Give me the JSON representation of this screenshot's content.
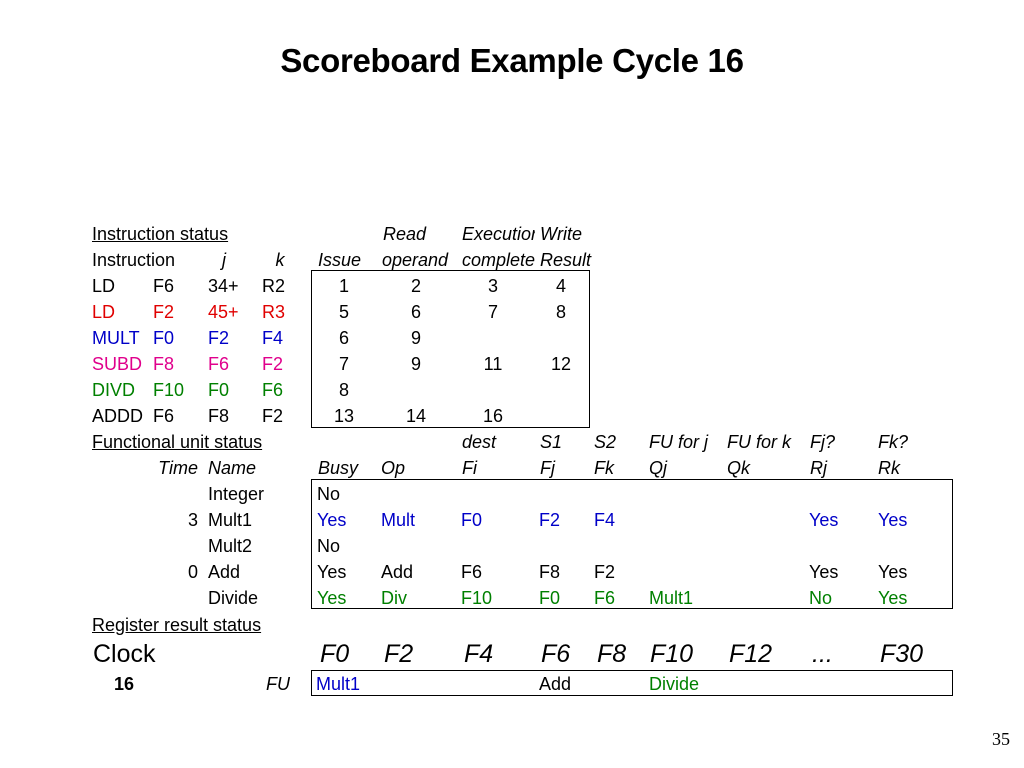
{
  "title": "Scoreboard Example Cycle 16",
  "colors": {
    "red": "#e00000",
    "blue": "#0000c8",
    "magenta": "#e0008c",
    "green": "#008000",
    "black": "#000000"
  },
  "instruction_status": {
    "section_label": "Instruction status",
    "headers": {
      "instruction": "Instruction",
      "j": "j",
      "k": "k",
      "issue": "Issue",
      "read_top": "Read",
      "read_bottom": "operand",
      "exec_top": "Execution",
      "exec_bottom": "complete",
      "write_top": "Write",
      "write_bottom": "Result"
    },
    "rows": [
      {
        "op": "LD",
        "dest": "F6",
        "j": "34+",
        "k": "R2",
        "issue": "1",
        "read": "2",
        "exec": "3",
        "write": "4",
        "color": "black"
      },
      {
        "op": "LD",
        "dest": "F2",
        "j": "45+",
        "k": "R3",
        "issue": "5",
        "read": "6",
        "exec": "7",
        "write": "8",
        "color": "red"
      },
      {
        "op": "MULT",
        "dest": "F0",
        "j": "F2",
        "k": "F4",
        "issue": "6",
        "read": "9",
        "exec": "",
        "write": "",
        "color": "blue"
      },
      {
        "op": "SUBD",
        "dest": "F8",
        "j": "F6",
        "k": "F2",
        "issue": "7",
        "read": "9",
        "exec": "11",
        "write": "12",
        "color": "magenta"
      },
      {
        "op": "DIVD",
        "dest": "F10",
        "j": "F0",
        "k": "F6",
        "issue": "8",
        "read": "",
        "exec": "",
        "write": "",
        "color": "green"
      },
      {
        "op": "ADDD",
        "dest": "F6",
        "j": "F8",
        "k": "F2",
        "issue": "13",
        "read": "14",
        "exec": "16",
        "write": "",
        "color": "black"
      }
    ]
  },
  "functional_unit_status": {
    "section_label": "Functional unit status",
    "header_top": {
      "dest": "dest",
      "s1": "S1",
      "s2": "S2",
      "fu_j": "FU for j",
      "fu_k": "FU for k",
      "fj": "Fj?",
      "fk": "Fk?"
    },
    "header_bottom": {
      "time": "Time",
      "name": "Name",
      "busy": "Busy",
      "op": "Op",
      "fi": "Fi",
      "fj": "Fj",
      "fk": "Fk",
      "qj": "Qj",
      "qk": "Qk",
      "rj": "Rj",
      "rk": "Rk"
    },
    "rows": [
      {
        "time": "",
        "name": "Integer",
        "busy": "No",
        "op": "",
        "fi": "",
        "fj": "",
        "fk": "",
        "qj": "",
        "qk": "",
        "rj": "",
        "rk": "",
        "color": "black"
      },
      {
        "time": "3",
        "name": "Mult1",
        "busy": "Yes",
        "op": "Mult",
        "fi": "F0",
        "fj": "F2",
        "fk": "F4",
        "qj": "",
        "qk": "",
        "rj": "Yes",
        "rk": "Yes",
        "color": "blue"
      },
      {
        "time": "",
        "name": "Mult2",
        "busy": "No",
        "op": "",
        "fi": "",
        "fj": "",
        "fk": "",
        "qj": "",
        "qk": "",
        "rj": "",
        "rk": "",
        "color": "black"
      },
      {
        "time": "0",
        "name": "Add",
        "busy": "Yes",
        "op": "Add",
        "fi": "F6",
        "fj": "F8",
        "fk": "F2",
        "qj": "",
        "qk": "",
        "rj": "Yes",
        "rk": "Yes",
        "color": "black"
      },
      {
        "time": "",
        "name": "Divide",
        "busy": "Yes",
        "op": "Div",
        "fi": "F10",
        "fj": "F0",
        "fk": "F6",
        "qj": "Mult1",
        "qk": "",
        "rj": "No",
        "rk": "Yes",
        "color": "green"
      }
    ]
  },
  "register_result_status": {
    "section_label": "Register result status",
    "clock_label": "Clock",
    "clock_value": "16",
    "fu_label": "FU",
    "registers": [
      "F0",
      "F2",
      "F4",
      "F6",
      "F8",
      "F10",
      "F12",
      "...",
      "F30"
    ],
    "values": [
      {
        "text": "Mult1",
        "color": "blue"
      },
      {
        "text": "",
        "color": "black"
      },
      {
        "text": "",
        "color": "black"
      },
      {
        "text": "Add",
        "color": "black"
      },
      {
        "text": "",
        "color": "black"
      },
      {
        "text": "Divide",
        "color": "green"
      },
      {
        "text": "",
        "color": "black"
      },
      {
        "text": "",
        "color": "black"
      },
      {
        "text": "",
        "color": "black"
      }
    ]
  },
  "page_number": "35"
}
